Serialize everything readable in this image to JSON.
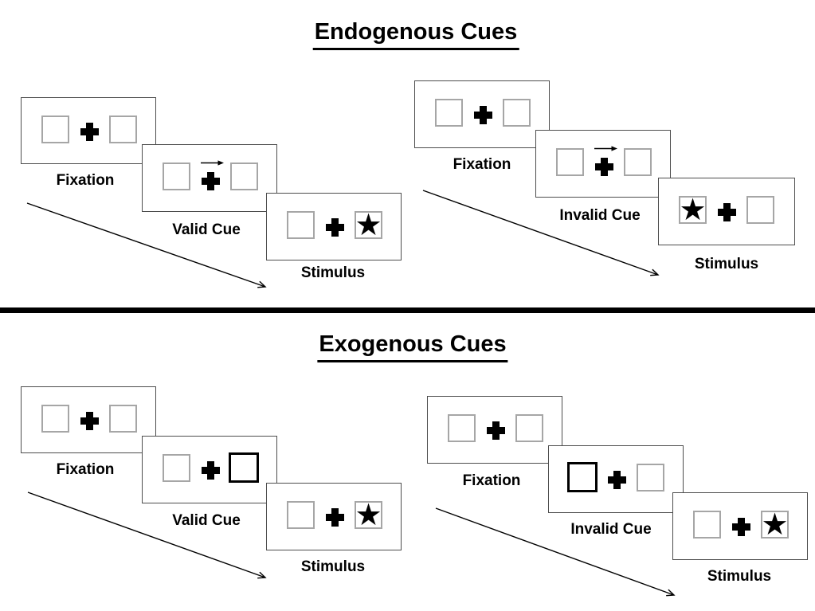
{
  "diagram": {
    "sections": {
      "endogenous": {
        "title": "Endogenous Cues",
        "valid_trial": {
          "fixation_label": "Fixation",
          "cue_label": "Valid Cue",
          "stimulus_label": "Stimulus"
        },
        "invalid_trial": {
          "fixation_label": "Fixation",
          "cue_label": "Invalid Cue",
          "stimulus_label": "Stimulus"
        }
      },
      "exogenous": {
        "title": "Exogenous Cues",
        "valid_trial": {
          "fixation_label": "Fixation",
          "cue_label": "Valid Cue",
          "stimulus_label": "Stimulus"
        },
        "invalid_trial": {
          "fixation_label": "Fixation",
          "cue_label": "Invalid Cue",
          "stimulus_label": "Stimulus"
        }
      }
    },
    "symbols": {
      "fixation_cross": "+",
      "target_star": "★",
      "endogenous_cue_arrow_direction": "right",
      "timeline_arrow_direction": "down-right"
    },
    "colors": {
      "background": "#ffffff",
      "ink": "#000000",
      "panel_border": "#4d4d4d",
      "placeholder_square_border": "#a6a6a6",
      "exogenous_cue_square_border": "#000000",
      "divider": "#000000"
    }
  }
}
